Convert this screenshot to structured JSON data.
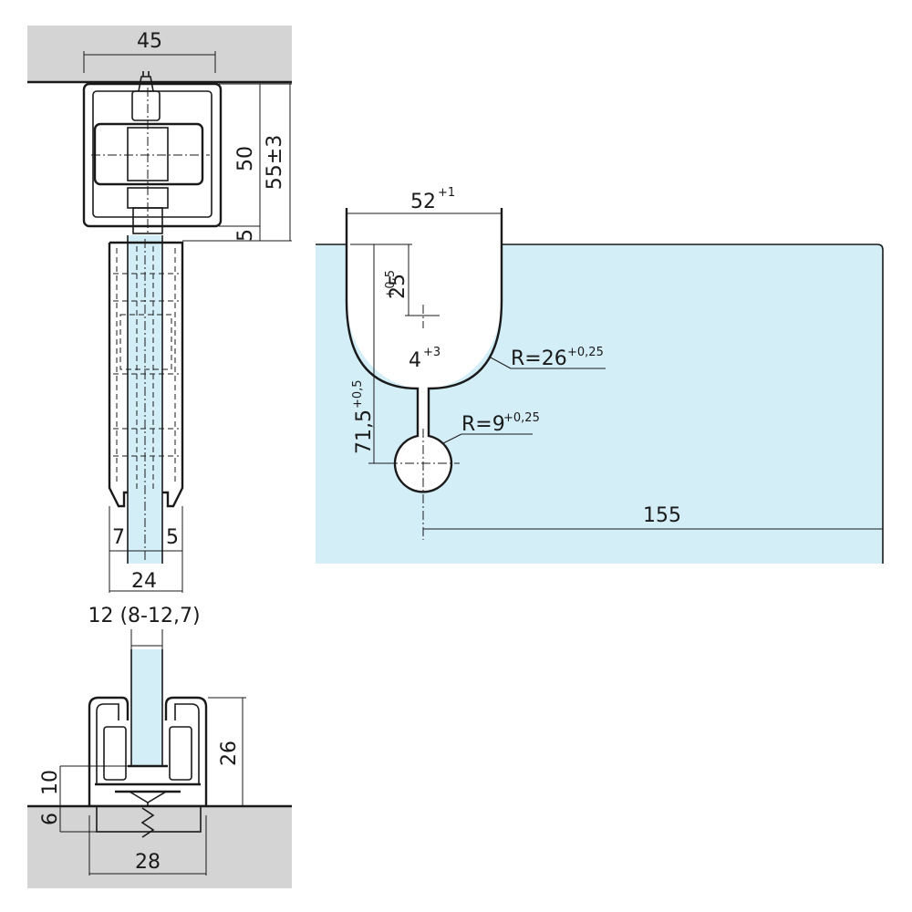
{
  "colors": {
    "glass": "#d4eef8",
    "ceiling": "#d4d4d4",
    "floor": "#d4d4d4",
    "line": "#1a1a1a",
    "part": "#f4f4f4"
  },
  "top_hanger": {
    "width_label": "45",
    "height_label": "50",
    "total_label": "55±3",
    "gap_label": "5"
  },
  "glass_section": {
    "left_offset_label": "7",
    "right_offset_label": "5",
    "width_label": "24",
    "thickness_label": "12 (8-12,7)"
  },
  "bottom_guide": {
    "height_label": "26",
    "insert_label": "10",
    "floor_label": "6",
    "width_label": "28"
  },
  "cutout_detail": {
    "top_width_value": "52",
    "top_width_tol": "+1",
    "depth_value": "25",
    "depth_tol": "+0,5",
    "slot_width_value": "4",
    "slot_width_tol": "+3",
    "large_radius_value": "R=26",
    "large_radius_tol": "+0,25",
    "small_radius_value": "R=9",
    "small_radius_tol": "+0,25",
    "hole_depth_value": "71,5",
    "hole_depth_tol": "+0,5",
    "edge_distance_label": "155"
  }
}
